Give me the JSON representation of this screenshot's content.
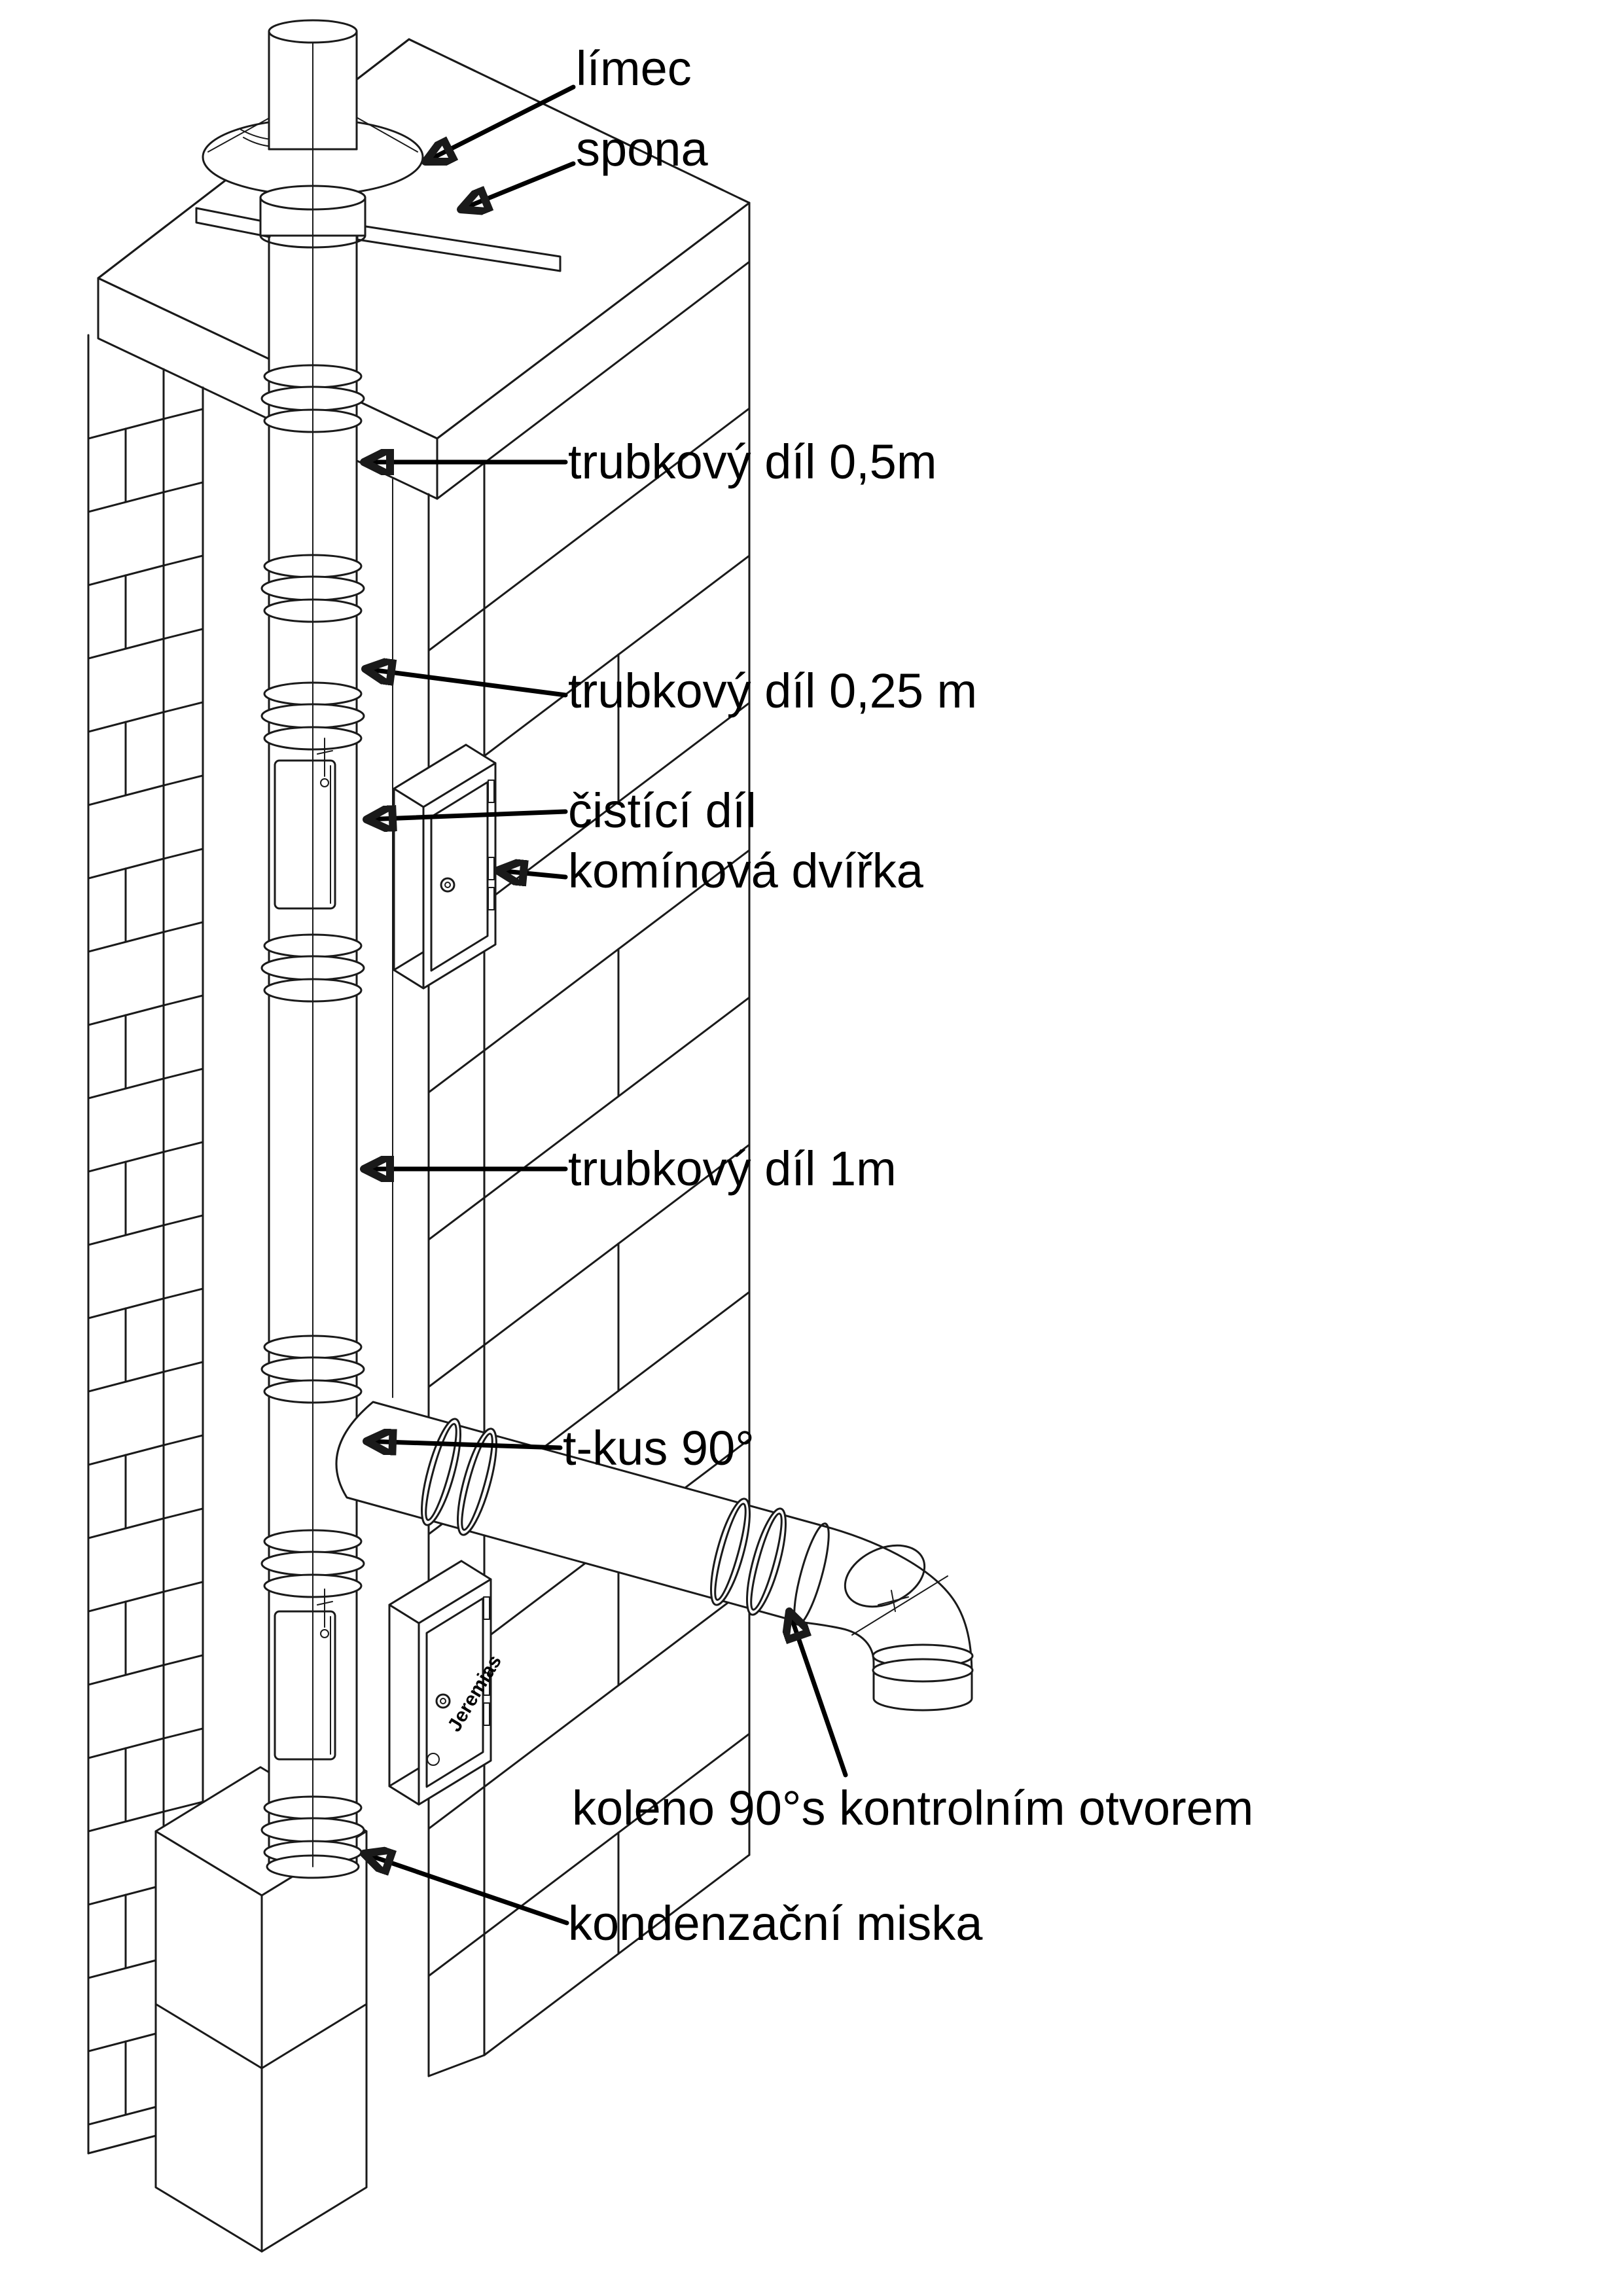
{
  "diagram": {
    "type": "chimney-flue-liner-installation",
    "labels": {
      "limec": "límec",
      "spona": "spona",
      "pipe_05m": "trubkový díl 0,5m",
      "pipe_025m": "trubkový díl 0,25 m",
      "cleaning_piece": "čistící díl",
      "chimney_door": "komínová dvířka",
      "pipe_1m": "trubkový díl 1m",
      "tee_90": "t-kus 90°",
      "elbow_90": "koleno 90°s kontrolním otvorem",
      "condensate_tray": "kondenzační miska"
    },
    "door_brand": "Jeremias",
    "colors": {
      "line": "#1a1a1a",
      "background": "#ffffff",
      "label_text": "#000000"
    }
  }
}
